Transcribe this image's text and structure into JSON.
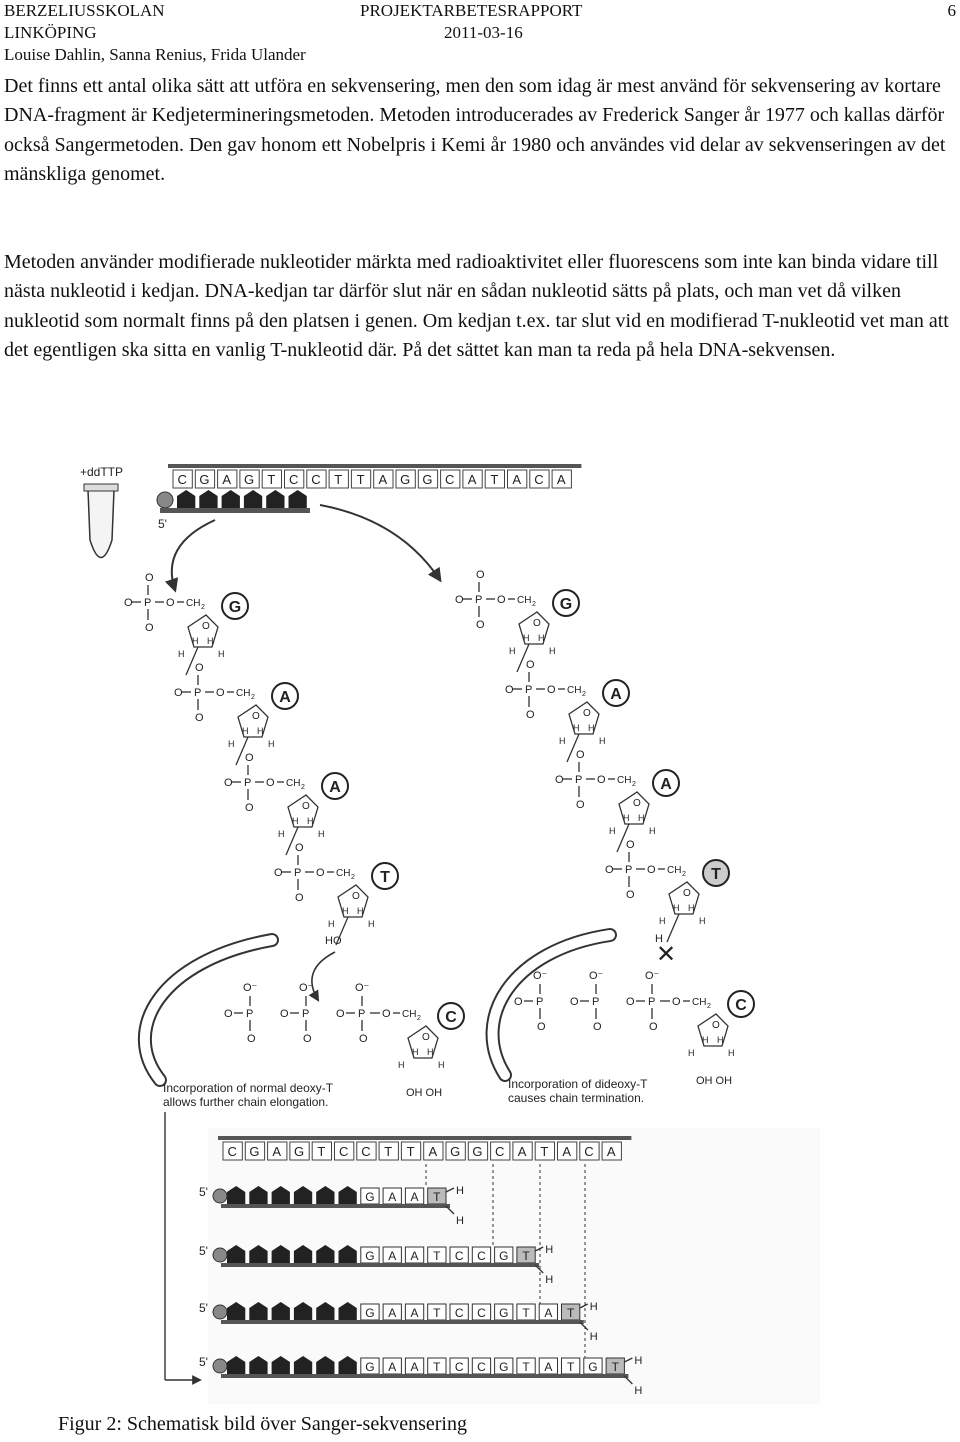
{
  "header": {
    "school": "BERZELIUSSKOLAN",
    "city": "LINKÖPING",
    "authors": "Louise Dahlin, Sanna Renius, Frida Ulander",
    "doc_type": "PROJEKTARBETESRAPPORT",
    "date": "2011-03-16",
    "page_number": "6"
  },
  "paragraphs": [
    "Det finns ett antal olika sätt att utföra en sekvensering, men den som idag är mest använd för sekvensering av kortare DNA-fragment är Kedjetermineringsmetoden. Metoden introducerades av Frederick Sanger år 1977 och kallas därför också Sangermetoden. Den gav honom ett Nobelpris i Kemi år 1980 och användes vid delar av sekvenseringen av det mänskliga genomet.",
    "Metoden använder modifierade nukleotider märkta med radioaktivitet eller fluorescens som inte kan binda vidare till nästa nukleotid i kedjan. DNA-kedjan tar därför slut när en sådan nukleotid sätts på plats, och man vet då vilken nukleotid som normalt finns på den platsen i genen. Om kedjan t.ex. tar slut vid en modifierad T-nukleotid vet man att det egentligen ska sitta en vanlig T-nukleotid där. På det sättet kan man ta reda på hela DNA-sekvensen."
  ],
  "figure": {
    "reagent_label": "+ddTTP",
    "template_sequence": [
      "C",
      "G",
      "A",
      "G",
      "T",
      "C",
      "C",
      "T",
      "T",
      "A",
      "G",
      "G",
      "C",
      "A",
      "T",
      "A",
      "C",
      "A"
    ],
    "five_prime": "5'",
    "chain_bases": [
      "G",
      "A",
      "A",
      "T"
    ],
    "incoming_base": "C",
    "terminal_ho": "HO",
    "terminal_h": "H",
    "oh_oh": "OH  OH",
    "blocked_mark": "✕",
    "normal_caption_line1": "Incorporation of normal deoxy-T",
    "normal_caption_line2": "allows further chain elongation.",
    "dideoxy_caption_line1": "Incorporation of dideoxy-T",
    "dideoxy_caption_line2": "causes chain termination.",
    "fragments": [
      [
        "G",
        "A",
        "A",
        "T"
      ],
      [
        "G",
        "A",
        "A",
        "T",
        "C",
        "C",
        "G",
        "T"
      ],
      [
        "G",
        "A",
        "A",
        "T",
        "C",
        "C",
        "G",
        "T",
        "A",
        "T"
      ],
      [
        "G",
        "A",
        "A",
        "T",
        "C",
        "C",
        "G",
        "T",
        "A",
        "T",
        "G",
        "T"
      ]
    ]
  },
  "caption": "Figur 2: Schematisk bild över Sanger-sekvensering"
}
